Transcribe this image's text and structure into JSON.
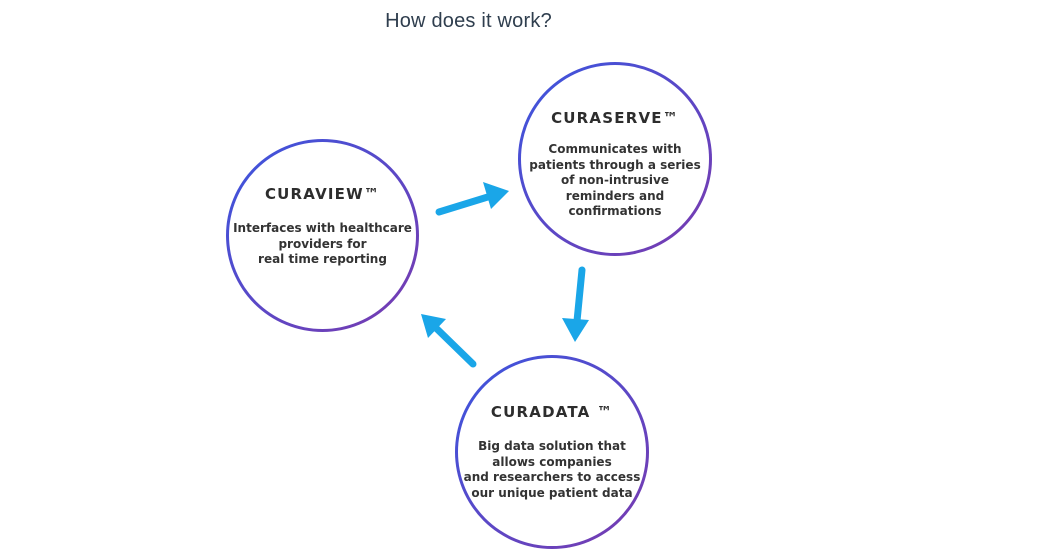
{
  "page": {
    "title": "How does it work?"
  },
  "colors": {
    "arrow": "#1aa6e8",
    "circle_border_start": "#3a56e0",
    "circle_border_end": "#7a3aae",
    "title_text": "#2f3e4e"
  },
  "nodes": {
    "curaview": {
      "title": "CURAVIEW™",
      "text": "Interfaces with healthcare\nproviders for\nreal time reporting"
    },
    "curaserve": {
      "title": "CURASERVE™",
      "text": "Communicates with\npatients through a series\nof non-intrusive\nreminders and\nconfirmations"
    },
    "curadata": {
      "title": "CURADATA ™",
      "text": "Big data solution that\nallows companies\nand researchers to access\nour unique patient data"
    }
  },
  "flow": [
    {
      "from": "CURAVIEW™",
      "to": "CURASERVE™"
    },
    {
      "from": "CURASERVE™",
      "to": "CURADATA ™"
    },
    {
      "from": "CURADATA ™",
      "to": "CURAVIEW™"
    }
  ]
}
